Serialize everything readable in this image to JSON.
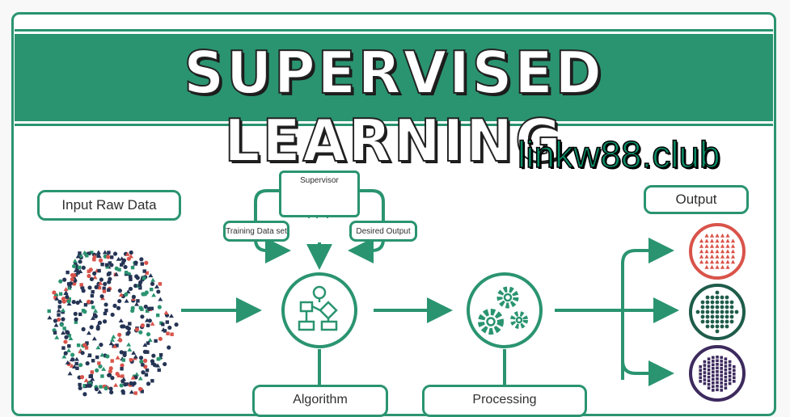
{
  "title": "SUPERVISED LEARNING",
  "watermark": "linkw88.club",
  "labels": {
    "input": "Input Raw Data",
    "output": "Output",
    "supervisor": "Supervisor",
    "training": "Training Data set",
    "desired": "Desired Output",
    "algorithm": "Algorithm",
    "processing": "Processing"
  },
  "colors": {
    "primary": "#2a9470",
    "red": "#d9534a",
    "dark_green": "#1e5c4a",
    "purple": "#3d2a5e",
    "navy": "#253454"
  },
  "icons": [
    "monitor-person-icon",
    "flowchart-icon",
    "gears-icon"
  ]
}
